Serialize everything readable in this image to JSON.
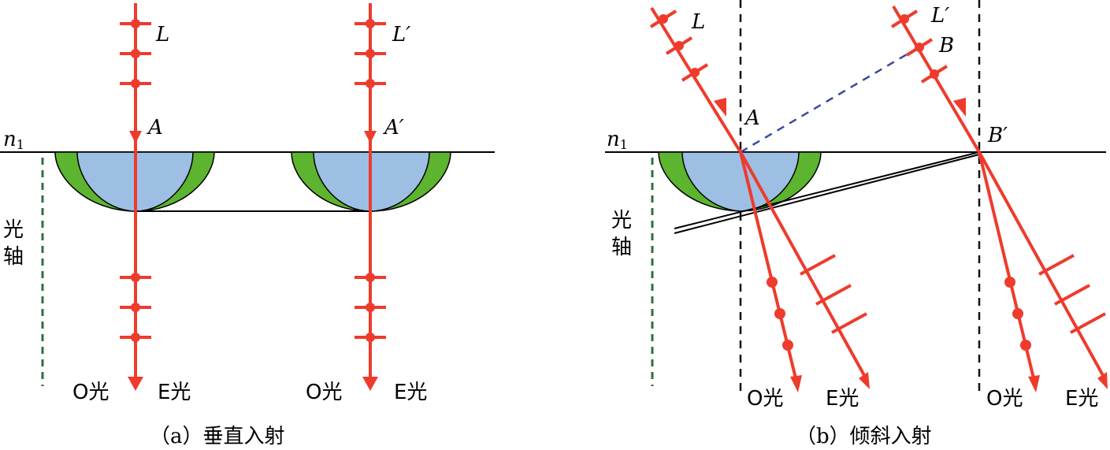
{
  "colors": {
    "ray": "#ee3b2c",
    "crystal_core": "#9dbfe4",
    "crystal_shell": "#5db42e",
    "axis_dash": "#2e6f3e",
    "normal_dash": "#111111",
    "wavefront_dash": "#3a4a9c",
    "line": "#000000"
  },
  "panel_a": {
    "ray1_label": "L",
    "ray2_label": "L′",
    "point1_label": "A",
    "point2_label": "A′",
    "medium_label": "n",
    "medium_sub": "1",
    "axis_label_1": "光",
    "axis_label_2": "轴",
    "o_light_1": "O光",
    "e_light_1": "E光",
    "o_light_2": "O光",
    "e_light_2": "E光",
    "caption": "（a）垂直入射"
  },
  "panel_b": {
    "ray1_label": "L",
    "ray2_label": "L′",
    "point_b_label": "B",
    "point_a_label": "A",
    "point_b2_label": "B′",
    "medium_label": "n",
    "medium_sub": "1",
    "axis_label_1": "光",
    "axis_label_2": "轴",
    "o_light_1": "O光",
    "e_light_1": "E光",
    "o_light_2": "O光",
    "e_light_2": "E光",
    "caption": "（b）倾斜入射"
  }
}
